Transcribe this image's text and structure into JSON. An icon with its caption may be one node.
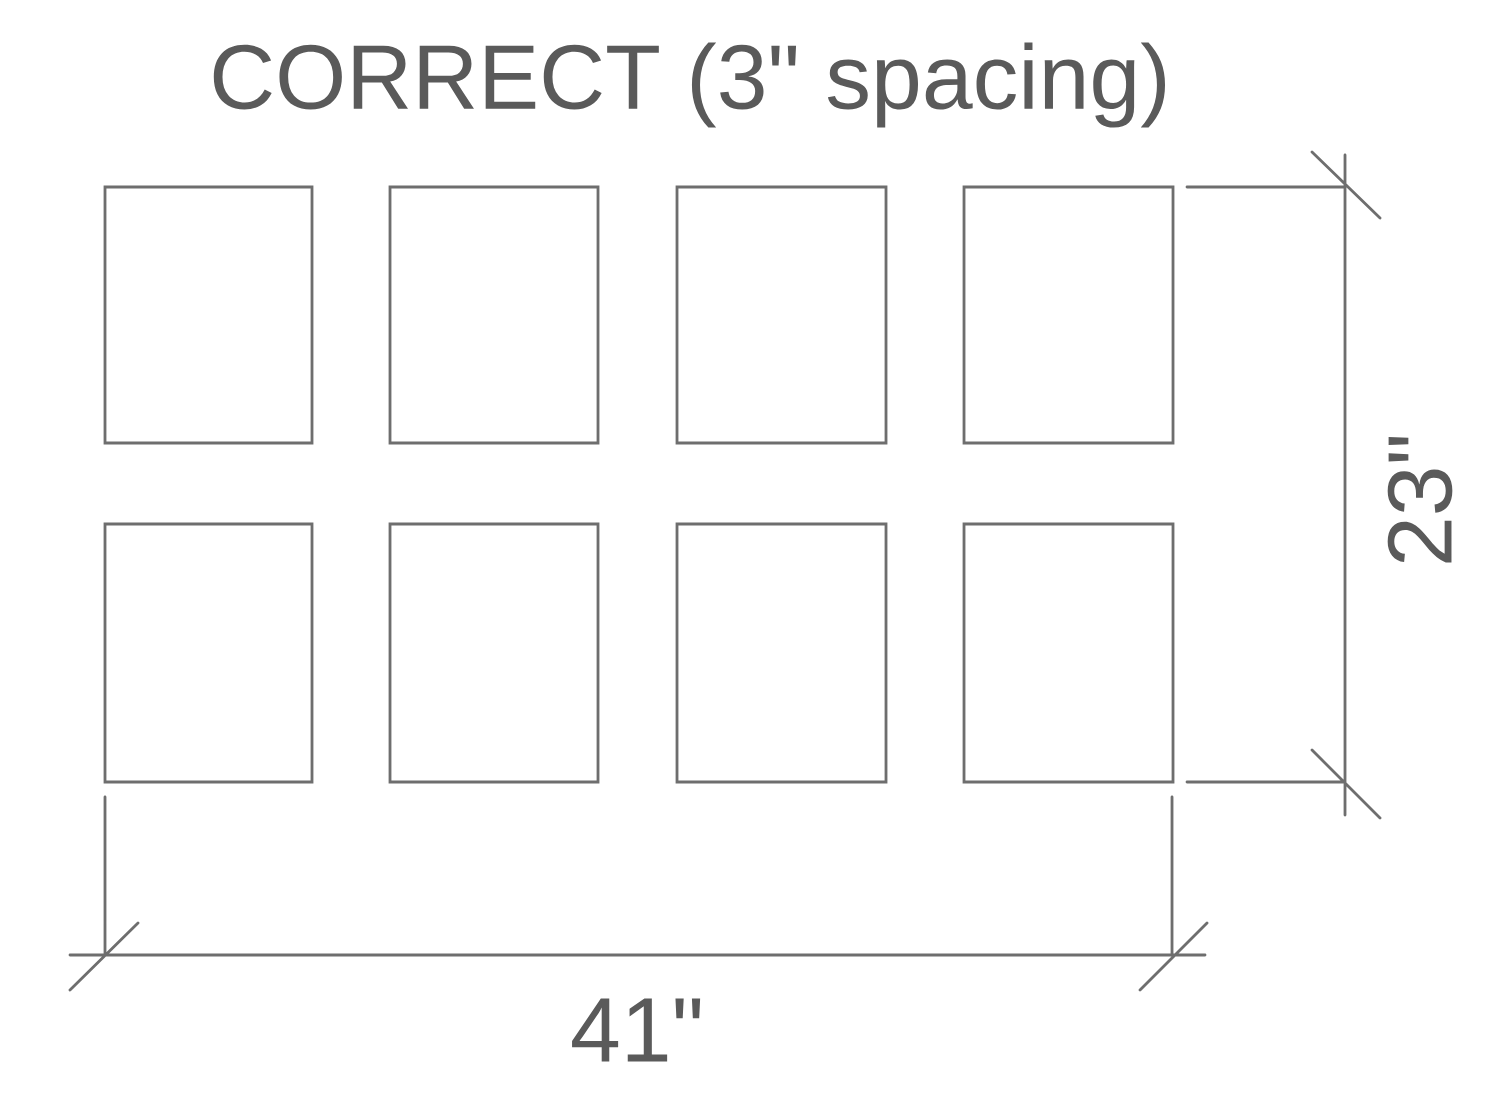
{
  "diagram": {
    "title": "CORRECT (3\" spacing)",
    "nodes": [
      {
        "text": [],
        "shape": "box"
      },
      {
        "text": [],
        "shape": "box"
      },
      {
        "text": [],
        "shape": "box"
      },
      {
        "text": [],
        "shape": "box"
      },
      {
        "text": [],
        "shape": "box"
      },
      {
        "text": [],
        "shape": "box"
      },
      {
        "text": [],
        "shape": "box"
      },
      {
        "text": [],
        "shape": "box"
      }
    ],
    "labels": [
      "23\"",
      "41\""
    ]
  }
}
